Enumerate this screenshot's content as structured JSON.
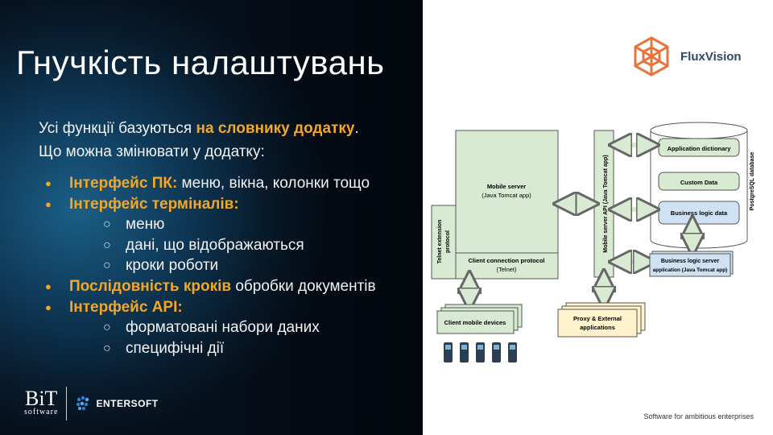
{
  "slide": {
    "title": "Гнучкість налаштувань",
    "intro_pre": "Усі  функції  базуються",
    "intro_hl": "на словнику додатку",
    "intro_post": ".",
    "intro_line2": "Що можна змінювати у додатку:",
    "bullets": [
      {
        "hl": "Інтерфейс ПК:",
        "rest": " меню, вікна, колонки тощо"
      },
      {
        "hl": "Інтерфейс терміналів:",
        "rest": ""
      },
      {
        "sub": "меню"
      },
      {
        "sub": "дані, що відображаються"
      },
      {
        "sub": "кроки роботи"
      },
      {
        "hl": "Послідовність кроків",
        "rest": " обробки документів"
      },
      {
        "hl": "Інтерфейс API:",
        "rest": ""
      },
      {
        "sub": "форматовані набори даних"
      },
      {
        "sub": "специфічні дії"
      }
    ],
    "bullet_glyph": "●",
    "sub_glyph": "○"
  },
  "logos": {
    "bit_main": "BiT",
    "bit_sub": "software",
    "entersoft": "ENTERSOFT",
    "flux": "FluxVision"
  },
  "diagram": {
    "mobile_server": "Mobile server",
    "mobile_server_sub": "(Java Tomcat app)",
    "client_protocol": "Client connection protocol",
    "client_protocol_sub": "(Telnet)",
    "telnet_ext": "Telnet extension",
    "telnet_ext2": "protocol",
    "api": "Mobile server API (Java Tomcat app)",
    "app_dict": "Application dictionary",
    "custom_data": "Custom Data",
    "business_data": "Business logic data",
    "postgres": "PostgreSQL database",
    "bl_server": "Business logic server",
    "bl_server_sub": "application (Java Tomcat app)",
    "client_devices": "Client mobile devices",
    "proxy": "Proxy & External",
    "proxy_sub": "applications"
  },
  "footer": {
    "tagline": "Software for ambitious enterprises"
  },
  "colors": {
    "accent": "#f5a623",
    "diagram_green": "#d9ead3",
    "diagram_blue": "#cfe2f3",
    "diagram_yellow": "#fff2cc",
    "flux_orange": "#e8743b"
  }
}
